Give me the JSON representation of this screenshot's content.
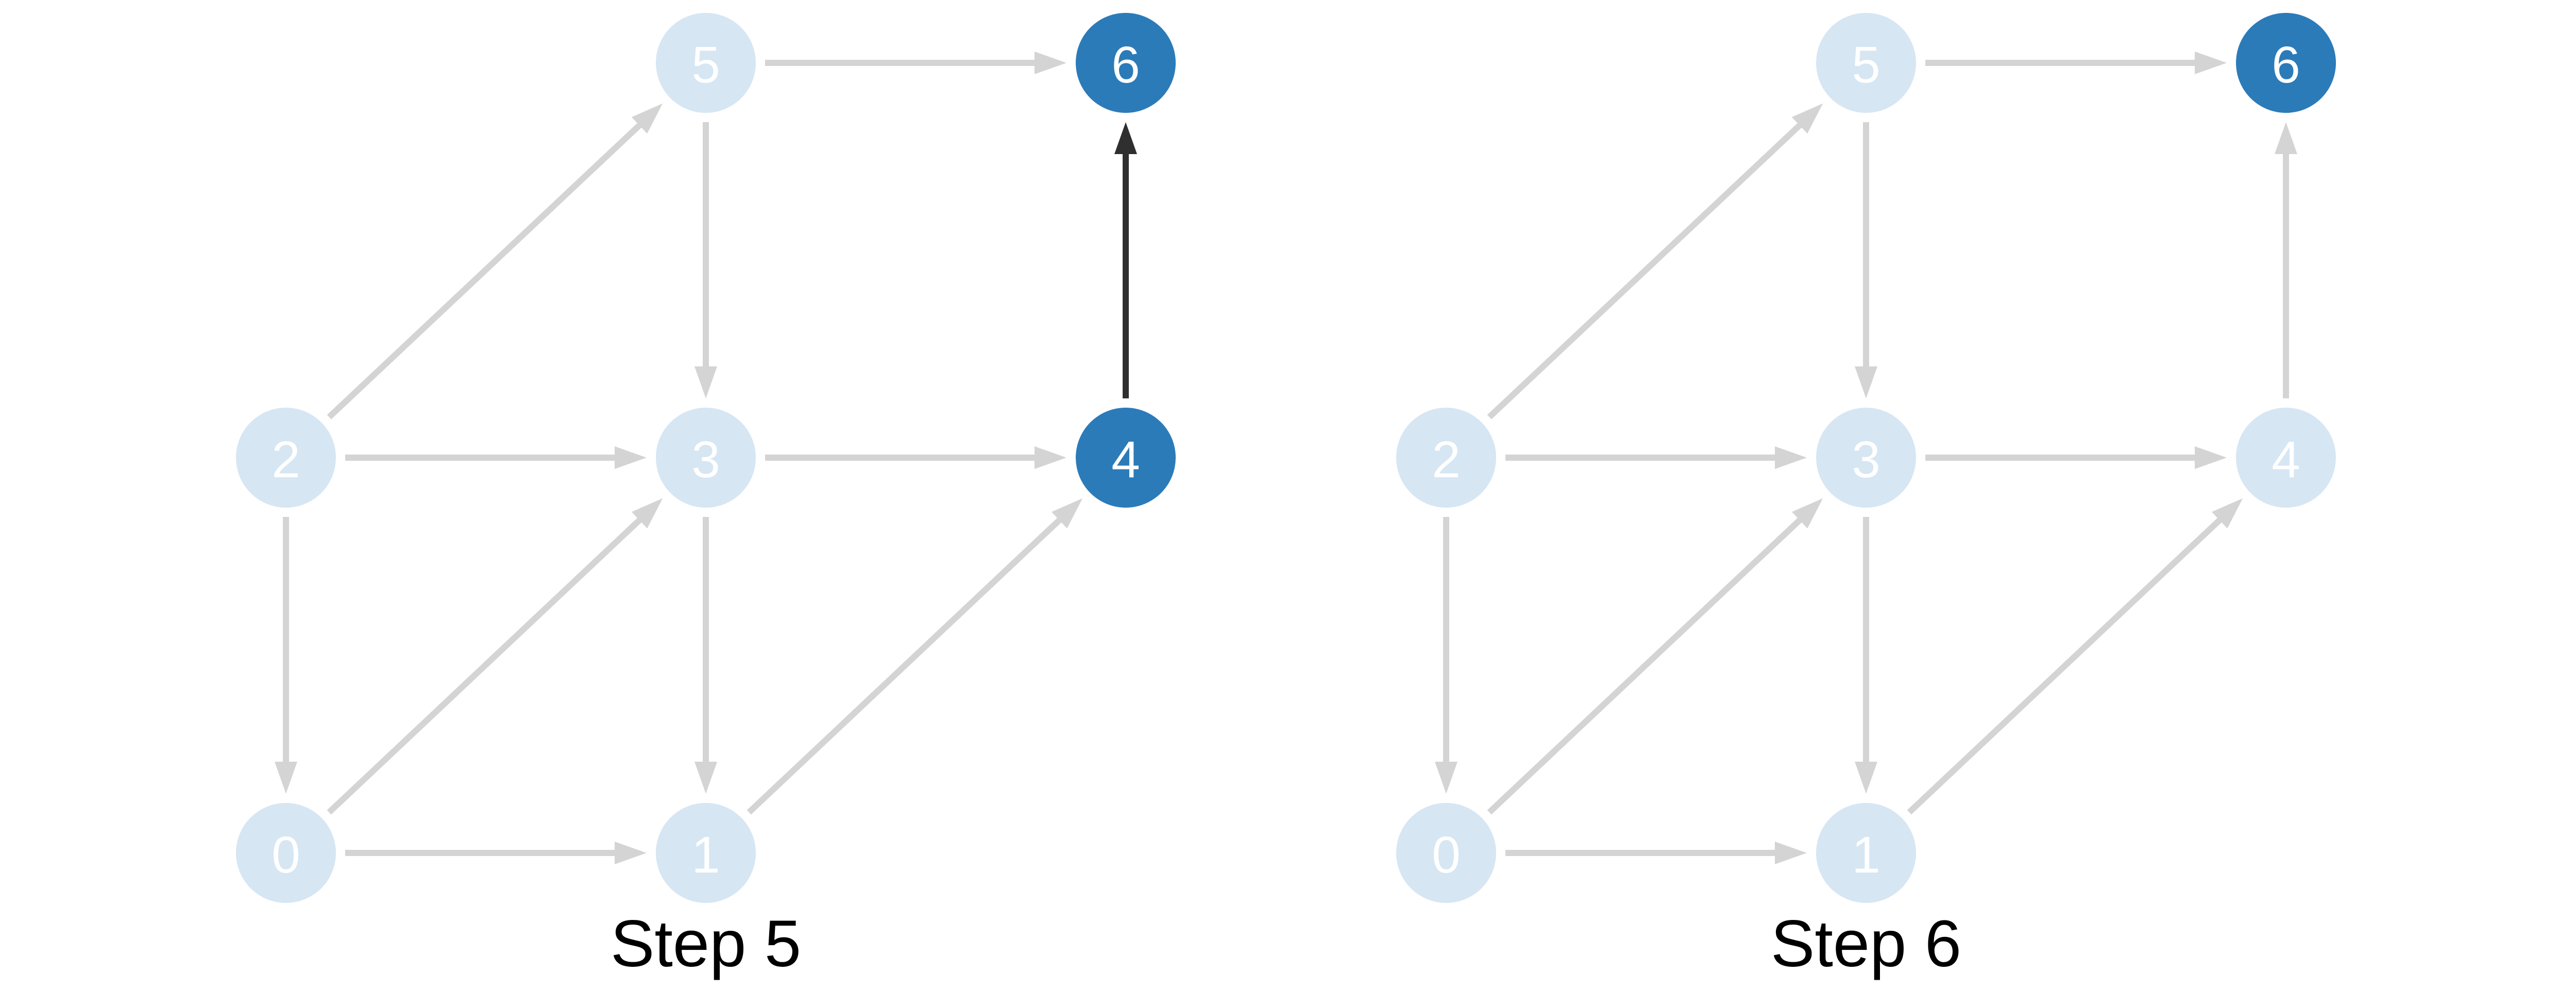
{
  "colors": {
    "node_default": "#d6e6f3",
    "node_highlight": "#2b7bb9",
    "label_on_default": "#ffffff",
    "label_on_highlight": "#ffffff",
    "edge_default": "#d4d4d4",
    "edge_highlight": "#2f2f2f"
  },
  "nodes": [
    {
      "id": "0",
      "label": "0"
    },
    {
      "id": "1",
      "label": "1"
    },
    {
      "id": "2",
      "label": "2"
    },
    {
      "id": "3",
      "label": "3"
    },
    {
      "id": "4",
      "label": "4"
    },
    {
      "id": "5",
      "label": "5"
    },
    {
      "id": "6",
      "label": "6"
    }
  ],
  "edges": [
    {
      "from": "2",
      "to": "5"
    },
    {
      "from": "5",
      "to": "6"
    },
    {
      "from": "5",
      "to": "3"
    },
    {
      "from": "2",
      "to": "3"
    },
    {
      "from": "3",
      "to": "4"
    },
    {
      "from": "4",
      "to": "6"
    },
    {
      "from": "2",
      "to": "0"
    },
    {
      "from": "0",
      "to": "3"
    },
    {
      "from": "3",
      "to": "1"
    },
    {
      "from": "1",
      "to": "4"
    },
    {
      "from": "0",
      "to": "1"
    }
  ],
  "panels": [
    {
      "caption": "Step 5",
      "highlighted_nodes": [
        "4",
        "6"
      ],
      "highlighted_edges": [
        [
          "4",
          "6"
        ]
      ]
    },
    {
      "caption": "Step 6",
      "highlighted_nodes": [
        "6"
      ],
      "highlighted_edges": []
    }
  ]
}
